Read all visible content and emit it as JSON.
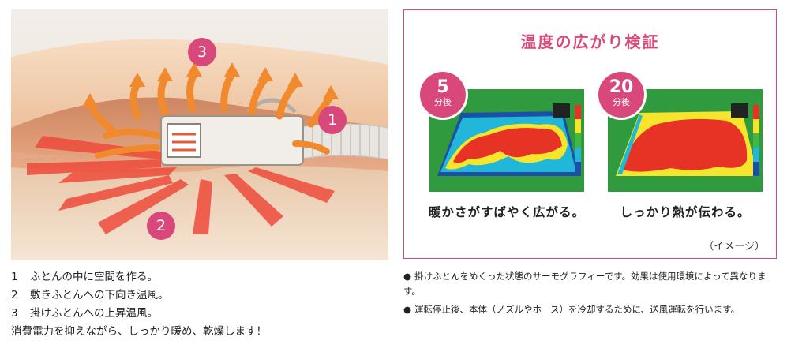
{
  "illustration": {
    "markers": [
      "1",
      "2",
      "3"
    ]
  },
  "captions": {
    "items": [
      {
        "num": "1",
        "text": "ふとんの中に空間を作る。"
      },
      {
        "num": "2",
        "text": "敷きふとんへの下向き温風。"
      },
      {
        "num": "3",
        "text": "掛けふとんへの上昇温風。"
      }
    ],
    "summary": "消費電力を抑えながら、しっかり暖め、乾燥します！"
  },
  "panel": {
    "title": "温度の広がり検証",
    "thermos": [
      {
        "num": "5",
        "unit": "分後",
        "caption": "暖かさがすばやく広がる。"
      },
      {
        "num": "20",
        "unit": "分後",
        "caption": "しっかり熱が伝わる。"
      }
    ],
    "image_note": "（イメージ）"
  },
  "notes": {
    "bullet": "●",
    "items": [
      "掛けふとんをめくった状態のサーモグラフィーです。効果は使用環境によって異なります。",
      "運転停止後、本体（ノズルやホース）を冷却するために、送風運転を行います。"
    ]
  },
  "colors": {
    "accent": "#d9487a",
    "thermo_bg": "#2f9a3e"
  }
}
